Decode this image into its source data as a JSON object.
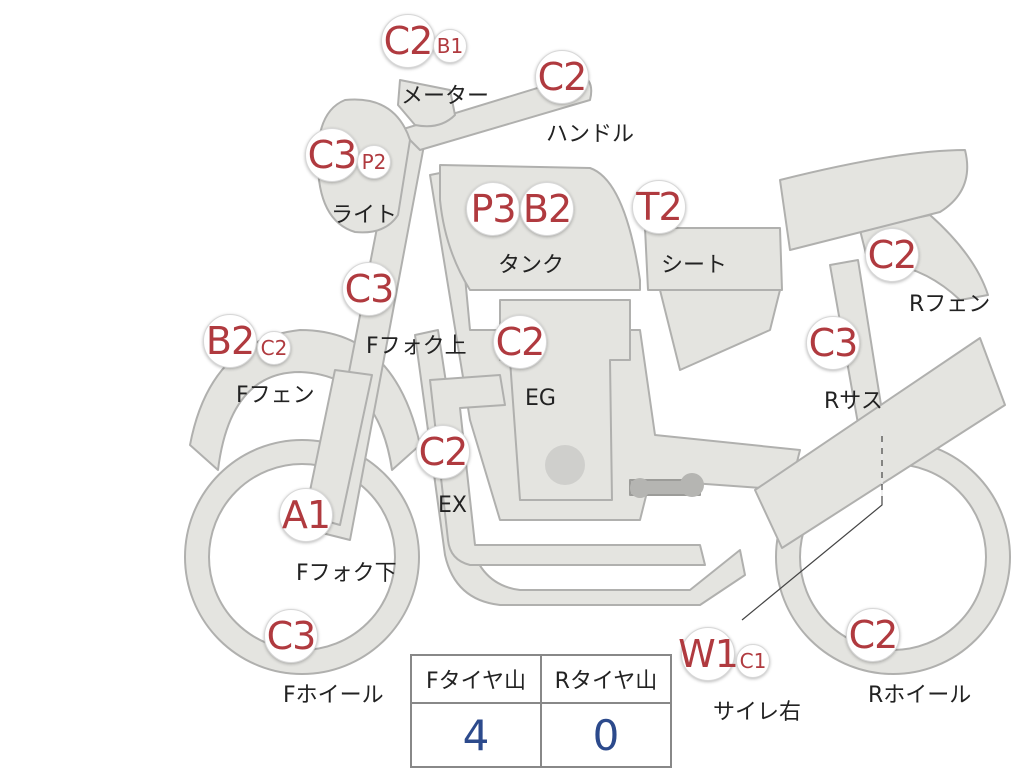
{
  "colors": {
    "body_fill": "#e4e4e0",
    "body_stroke": "#b0b0ae",
    "grade_text": "#b03a3f",
    "tire_value": "#2c4a8c"
  },
  "parts": {
    "meter": {
      "label": "メーター",
      "grades": [
        "C2",
        "B1"
      ]
    },
    "handle": {
      "label": "ハンドル",
      "grades": [
        "C2"
      ]
    },
    "light": {
      "label": "ライト",
      "grades": [
        "C3",
        "P2"
      ]
    },
    "tank": {
      "label": "タンク",
      "grades": [
        "P3",
        "B2"
      ]
    },
    "seat": {
      "label": "シート",
      "grades": [
        "T2"
      ]
    },
    "r_fender": {
      "label": "Rフェン",
      "grades": [
        "C2"
      ]
    },
    "f_fork_upper": {
      "label": "Fフォク上",
      "grades": [
        "C3"
      ]
    },
    "engine": {
      "label": "EG",
      "grades": [
        "C2"
      ]
    },
    "r_suspension": {
      "label": "Rサス",
      "grades": [
        "C3"
      ]
    },
    "f_fender": {
      "label": "Fフェン",
      "grades": [
        "B2",
        "C2"
      ]
    },
    "exhaust": {
      "label": "EX",
      "grades": [
        "C2"
      ]
    },
    "f_fork_lower": {
      "label": "Fフォク下",
      "grades": [
        "A1"
      ]
    },
    "f_wheel": {
      "label": "Fホイール",
      "grades": [
        "C3"
      ]
    },
    "muffler_r": {
      "label": "サイレ右",
      "grades": [
        "W1",
        "C1"
      ]
    },
    "r_wheel": {
      "label": "Rホイール",
      "grades": [
        "C2"
      ]
    }
  },
  "tire_tread": {
    "headers": [
      "Fタイヤ山",
      "Rタイヤ山"
    ],
    "values": [
      "4",
      "0"
    ]
  }
}
